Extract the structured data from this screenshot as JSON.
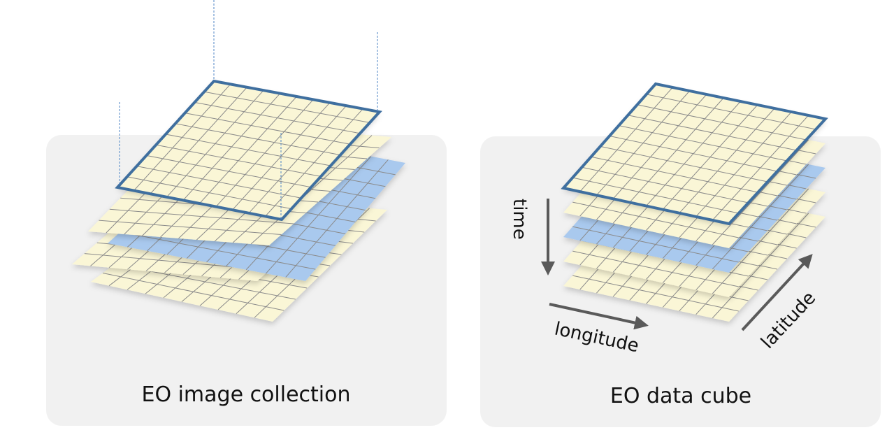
{
  "panels": {
    "collection": {
      "caption": "EO image collection",
      "layer_colors": [
        "#faf6d6",
        "#faf6d6",
        "#a9c9ee",
        "#faf6d6",
        "#faf6d6"
      ]
    },
    "cube": {
      "caption": "EO data cube",
      "layer_colors": [
        "#faf6d6",
        "#faf6d6",
        "#a9c9ee",
        "#faf6d6",
        "#faf6d6"
      ]
    }
  },
  "axes": {
    "time": "time",
    "longitude": "longitude",
    "latitude": "latitude"
  },
  "colors": {
    "panel_bg": "#f1f1f1",
    "tile_fill": "#faf6d6",
    "highlight_fill": "#a9c9ee",
    "grid_line": "#8a8a8a",
    "top_border": "#3f6f9f",
    "arrow": "#5a5a5a",
    "dashed_line": "#4f86c6"
  },
  "grid_cells": 10
}
